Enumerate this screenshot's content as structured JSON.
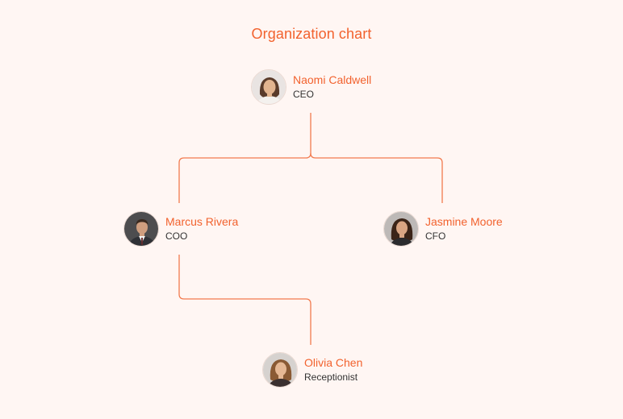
{
  "title": "Organization chart",
  "colors": {
    "accent": "#f2622e",
    "connector": "#f27a4e",
    "background": "#fff6f3",
    "role_text": "#333333"
  },
  "people": {
    "ceo": {
      "name": "Naomi Caldwell",
      "role": "CEO",
      "avatar_icon": "person-avatar-icon"
    },
    "coo": {
      "name": "Marcus Rivera",
      "role": "COO",
      "avatar_icon": "person-avatar-icon"
    },
    "cfo": {
      "name": "Jasmine Moore",
      "role": "CFO",
      "avatar_icon": "person-avatar-icon"
    },
    "receptionist": {
      "name": "Olivia Chen",
      "role": "Receptionist",
      "avatar_icon": "person-avatar-icon"
    }
  },
  "hierarchy": [
    {
      "manager": "Naomi Caldwell",
      "reports": [
        "Marcus Rivera",
        "Jasmine Moore"
      ]
    },
    {
      "manager": "Marcus Rivera",
      "reports": [
        "Olivia Chen"
      ]
    }
  ]
}
